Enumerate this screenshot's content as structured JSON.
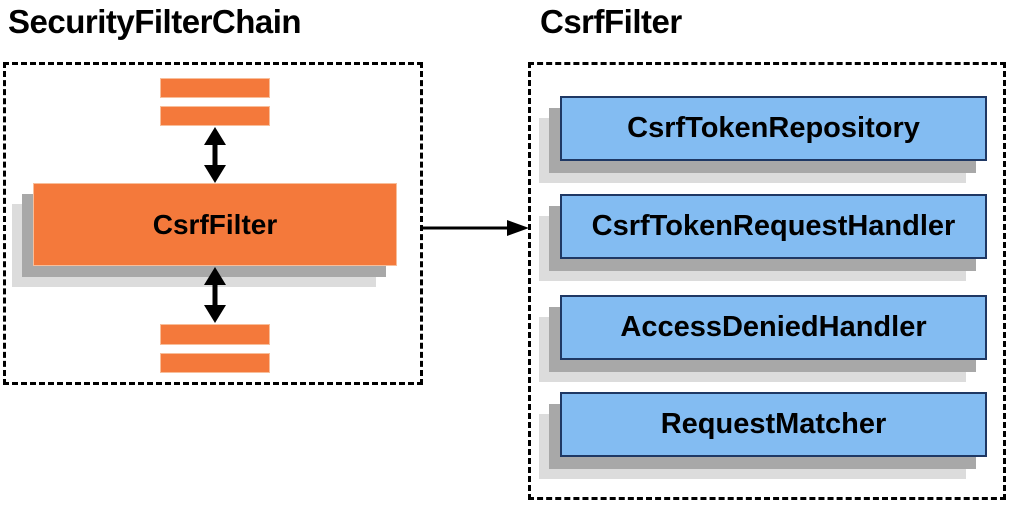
{
  "diagram": {
    "left_panel": {
      "title": "SecurityFilterChain",
      "csrf_filter_label": "CsrfFilter"
    },
    "right_panel": {
      "title": "CsrfFilter",
      "components": [
        "CsrfTokenRepository",
        "CsrfTokenRequestHandler",
        "AccessDeniedHandler",
        "RequestMatcher"
      ]
    },
    "colors": {
      "orange_fill": "#F4793B",
      "orange_border": "#F8BE9A",
      "blue_fill": "#83BCF2",
      "blue_border": "#1F3864",
      "shadow_dark": "#A8A8A8",
      "shadow_light": "#DCDCDC",
      "arrow": "#000000"
    }
  }
}
